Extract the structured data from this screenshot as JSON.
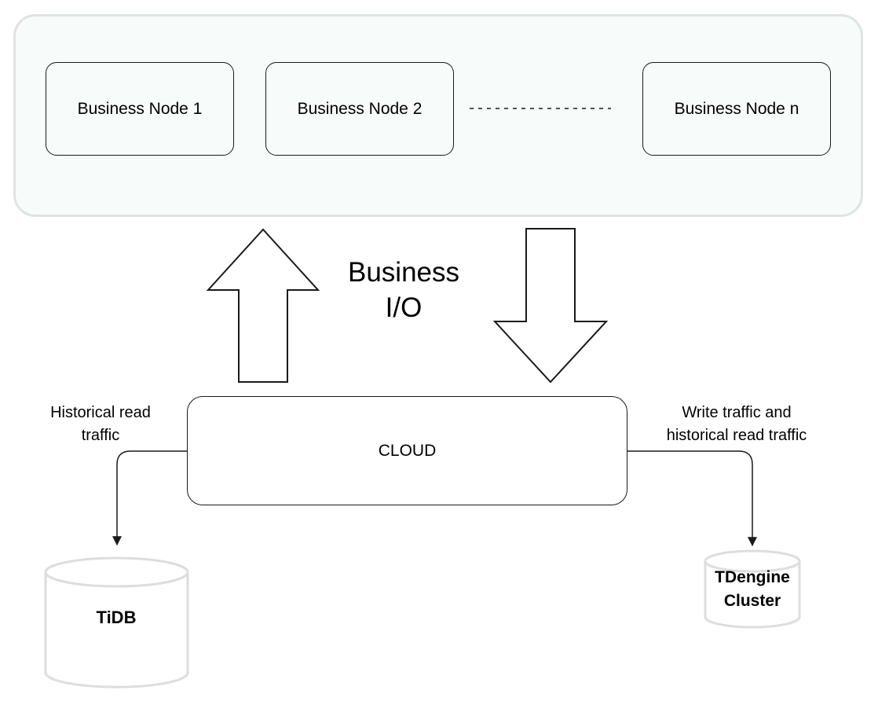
{
  "nodes": [
    {
      "label": "Business Node 1"
    },
    {
      "label": "Business Node 2"
    },
    {
      "label": "Business Node n"
    }
  ],
  "io_label": [
    "Business",
    "I/O"
  ],
  "cloud": {
    "label": "CLOUD"
  },
  "left_traffic": [
    "Historical read",
    "traffic"
  ],
  "right_traffic": [
    "Write traffic and",
    "historical read traffic"
  ],
  "databases": {
    "tidb": [
      "TiDB"
    ],
    "tdengine": [
      "TDengine",
      "Cluster"
    ]
  },
  "colors": {
    "business_area_fill": "#f7fbfa",
    "business_area_border": "#dfe3e2",
    "stroke": "#1a1a1a",
    "db_outline": "#dddddd"
  }
}
